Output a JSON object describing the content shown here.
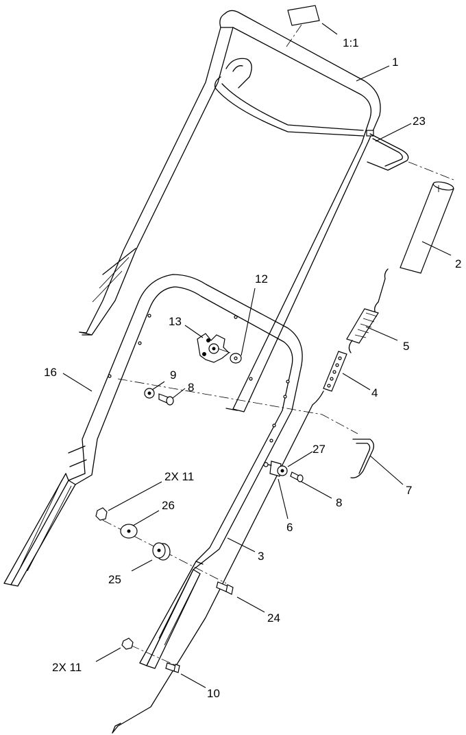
{
  "callouts": [
    {
      "id": "c-1-1",
      "text": "1:1"
    },
    {
      "id": "c-1",
      "text": "1"
    },
    {
      "id": "c-23",
      "text": "23"
    },
    {
      "id": "c-2",
      "text": "2"
    },
    {
      "id": "c-12",
      "text": "12"
    },
    {
      "id": "c-13",
      "text": "13"
    },
    {
      "id": "c-5",
      "text": "5"
    },
    {
      "id": "c-16",
      "text": "16"
    },
    {
      "id": "c-9",
      "text": "9"
    },
    {
      "id": "c-8a",
      "text": "8"
    },
    {
      "id": "c-4",
      "text": "4"
    },
    {
      "id": "c-27",
      "text": "27"
    },
    {
      "id": "c-2x11a",
      "text": "2X 11"
    },
    {
      "id": "c-7",
      "text": "7"
    },
    {
      "id": "c-8b",
      "text": "8"
    },
    {
      "id": "c-26",
      "text": "26"
    },
    {
      "id": "c-6",
      "text": "6"
    },
    {
      "id": "c-3",
      "text": "3"
    },
    {
      "id": "c-25",
      "text": "25"
    },
    {
      "id": "c-24",
      "text": "24"
    },
    {
      "id": "c-2x11b",
      "text": "2X 11"
    },
    {
      "id": "c-10",
      "text": "10"
    }
  ]
}
